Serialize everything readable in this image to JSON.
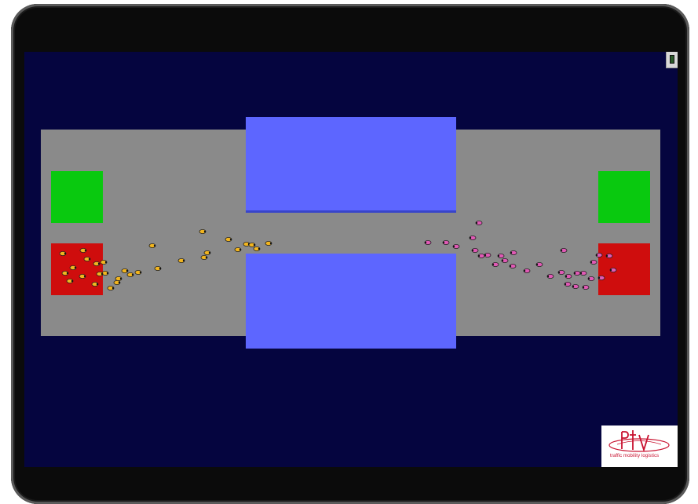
{
  "simulation": {
    "colors": {
      "background": "#05053f",
      "floor": "#8a8a8a",
      "obstacle": "#5d66ff",
      "green_zone": "#09c90f",
      "red_zone": "#cf0d0d",
      "agent_left_group": "#f2b51f",
      "agent_right_group": "#e05ab5"
    },
    "zones": [
      {
        "side": "left",
        "color": "green"
      },
      {
        "side": "left",
        "color": "red"
      },
      {
        "side": "right",
        "color": "green"
      },
      {
        "side": "right",
        "color": "red"
      }
    ],
    "obstacles": 2,
    "agent_groups": [
      {
        "name": "left group",
        "color": "yellow",
        "count": 30
      },
      {
        "name": "right group",
        "color": "pink",
        "count": 30
      }
    ]
  },
  "corner_control": {
    "icon": "status-indicator-icon"
  },
  "logo": {
    "brand": "ptv",
    "tagline": "traffic mobility logistics"
  }
}
